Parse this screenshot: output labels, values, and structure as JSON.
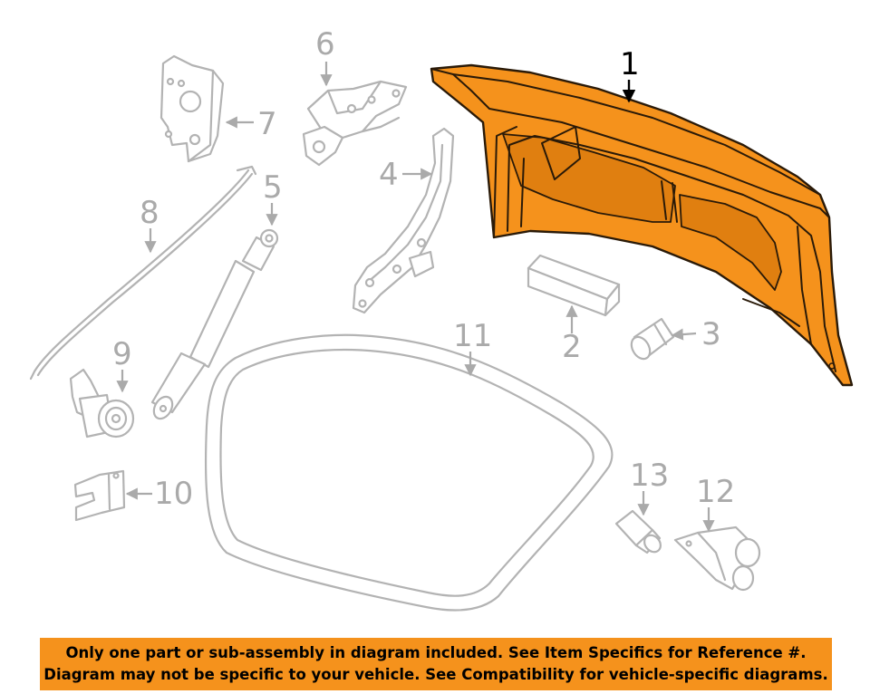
{
  "diagram": {
    "callouts": [
      "1",
      "2",
      "3",
      "4",
      "5",
      "6",
      "7",
      "8",
      "9",
      "10",
      "11",
      "12",
      "13"
    ],
    "highlight_color": "#f5921c"
  },
  "banner": {
    "line1": "Only one part or sub-assembly in diagram included. See Item Specifics for Reference #.",
    "line2": "Diagram may not be specific to your vehicle. See Compatibility for vehicle-specific diagrams.",
    "background": "#f5921c"
  }
}
